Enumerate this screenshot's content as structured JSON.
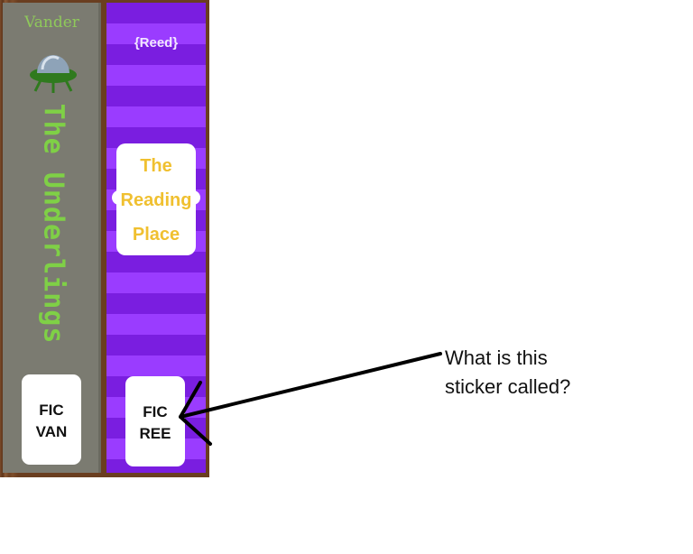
{
  "books": [
    {
      "author": "Vander",
      "title": "The Underlings",
      "sticker": [
        "FIC",
        "VAN"
      ]
    },
    {
      "author": "{Reed}",
      "title_label": [
        "The",
        "Reading",
        "Place"
      ],
      "sticker": [
        "FIC",
        "REE"
      ]
    }
  ],
  "question": [
    "What is this",
    "sticker called?"
  ],
  "icons": [
    "ufo-icon"
  ],
  "colors": {
    "spine_gray": "#7b7b71",
    "stripe_dark": "#7a1ee0",
    "stripe_light": "#9a3cff",
    "title_green": "#7fd046",
    "label_yellow": "#f0c030"
  }
}
